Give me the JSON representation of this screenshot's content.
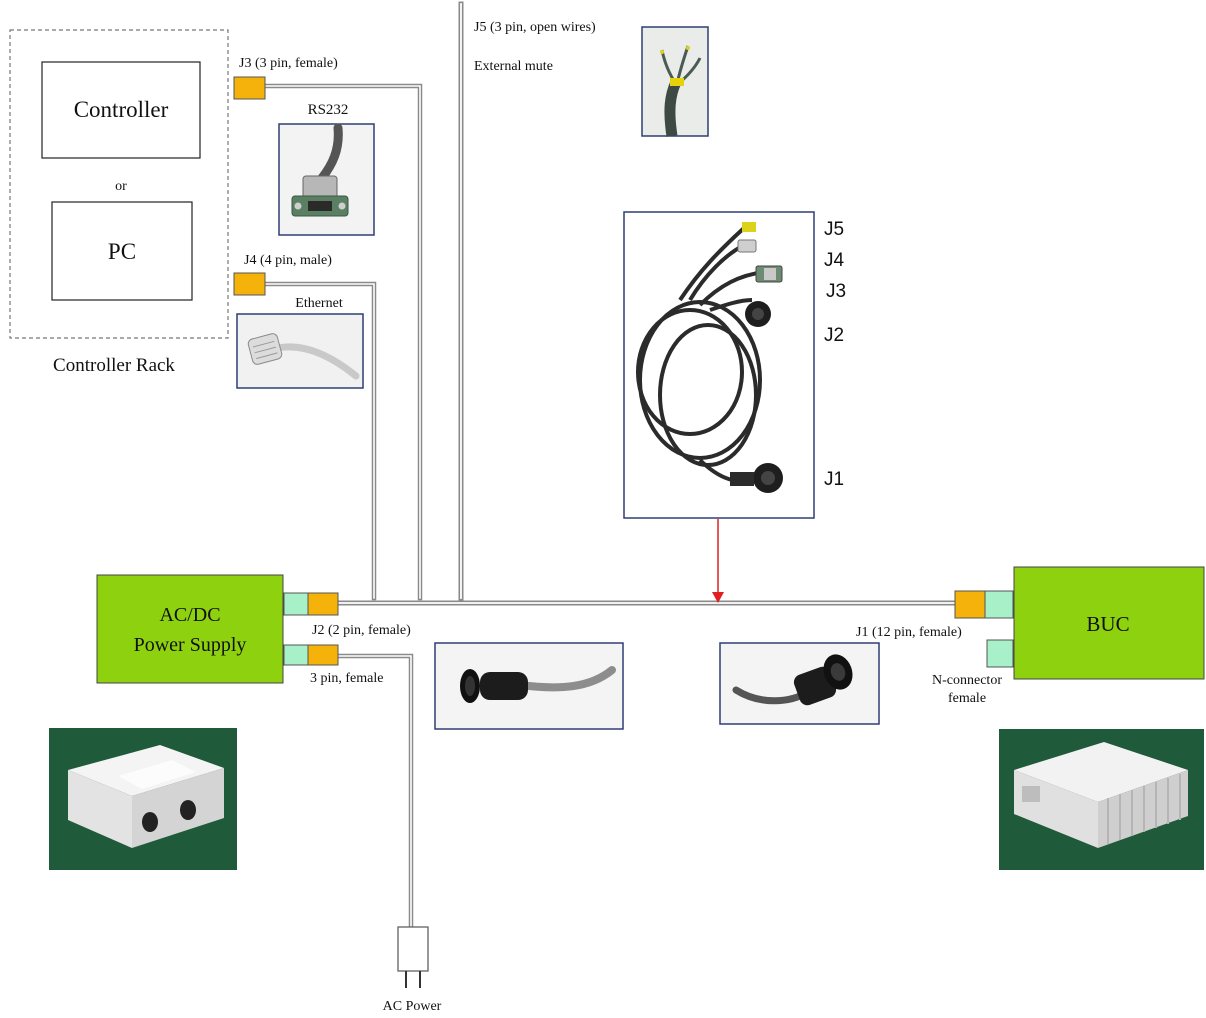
{
  "controller_rack": {
    "controller_label": "Controller",
    "or_label": "or",
    "pc_label": "PC",
    "rack_label": "Controller Rack"
  },
  "connectors": {
    "j3": "J3 (3 pin, female)",
    "j4": "J4 (4 pin, male)",
    "j5": "J5 (3 pin, open wires)",
    "j2": "J2 (2 pin, female)",
    "j1": "J1 (12 pin, female)",
    "ac_in": "3 pin, female",
    "n_connector_line1": "N-connector",
    "n_connector_line2": "female"
  },
  "photos": {
    "rs232": "RS232",
    "ethernet": "Ethernet",
    "external_mute": "External mute"
  },
  "harness_labels": [
    "J5",
    "J4",
    "J3",
    "J2",
    "J1"
  ],
  "power_supply": {
    "line1": "AC/DC",
    "line2": "Power Supply"
  },
  "buc": {
    "label": "BUC"
  },
  "ac_power": {
    "label": "AC Power"
  },
  "colors": {
    "unit_green": "#8ed10f",
    "connector_orange": "#f5b20a",
    "connector_mint": "#a8f0c8",
    "photo_border": "#2e3f73",
    "cable": "#9a9a9a",
    "arrow": "#e02020",
    "photo_bg_green": "#1f5a3a"
  }
}
